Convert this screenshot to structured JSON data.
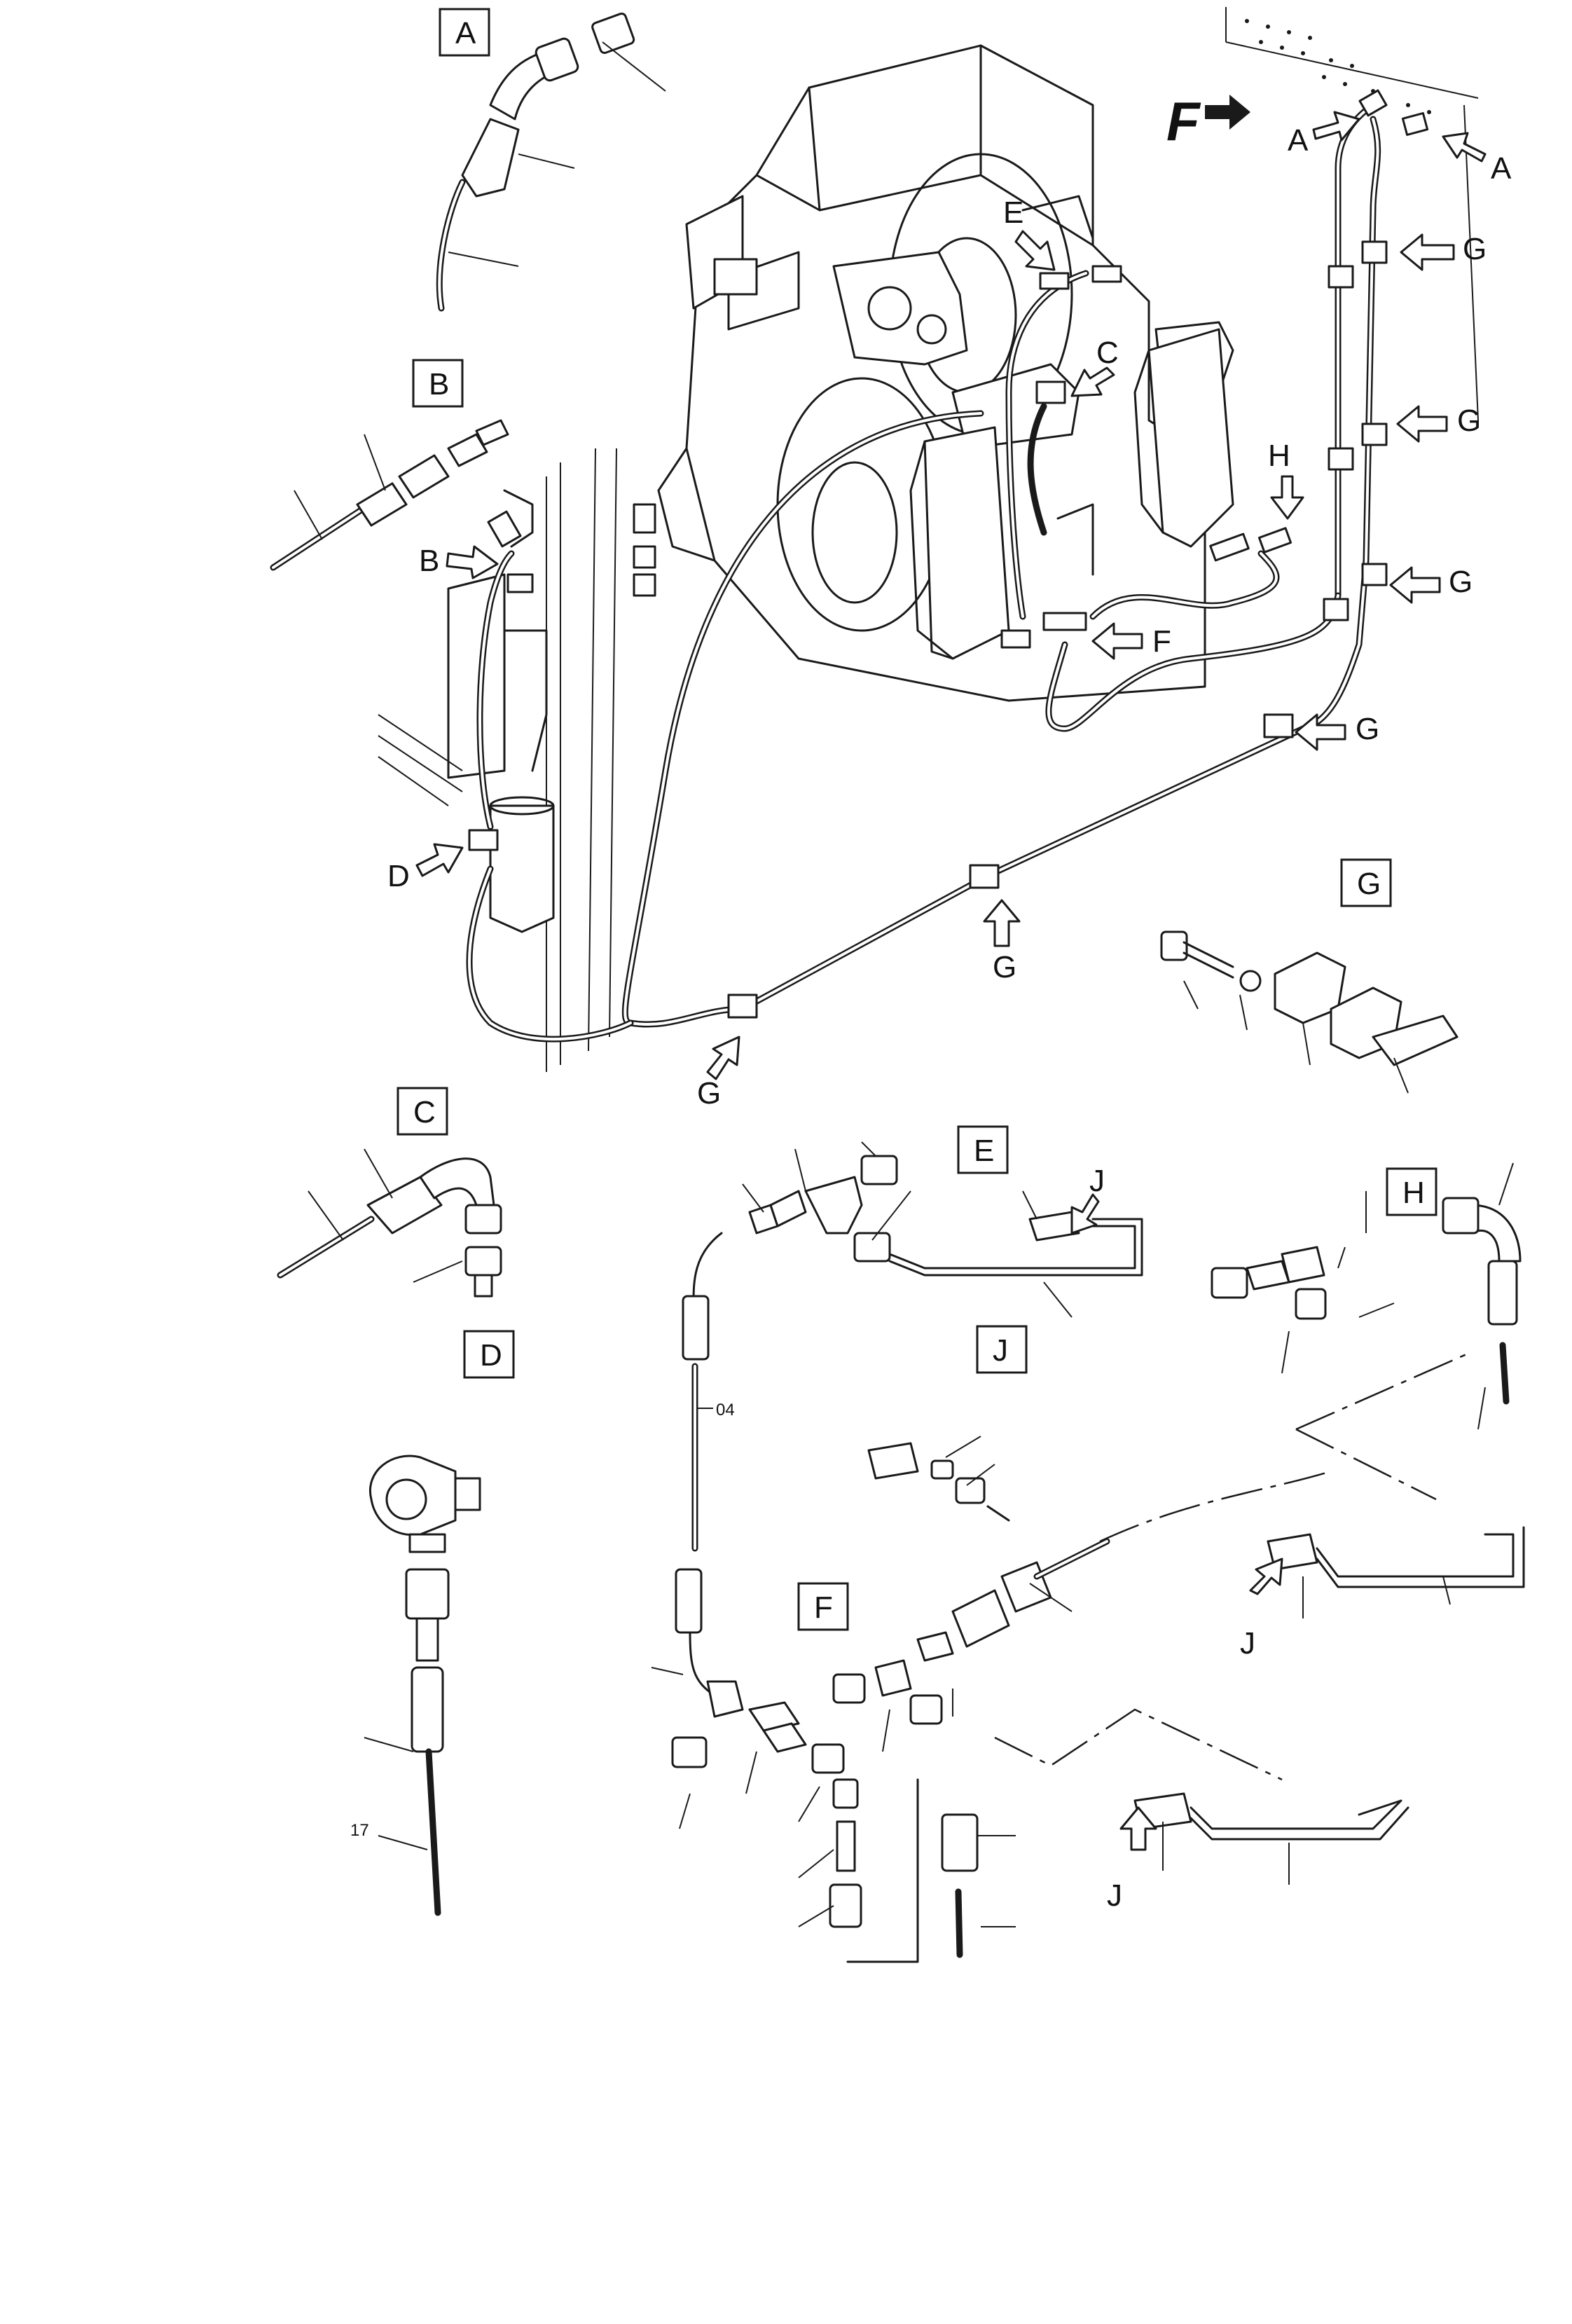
{
  "callouts": {
    "a": "A",
    "b": "B",
    "c": "C",
    "d": "D",
    "e": "E",
    "f": "F",
    "g": "G",
    "h": "H",
    "j": "J"
  },
  "direction_label": "F",
  "part_numbers": {
    "hose_04": "04",
    "hose_17": "17"
  }
}
